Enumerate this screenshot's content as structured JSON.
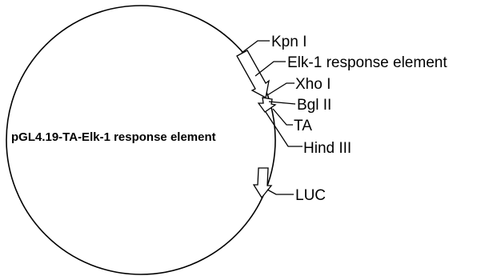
{
  "plasmid": {
    "name": "pGL4.19-TA-Elk-1 response element"
  },
  "features": [
    {
      "id": "kpn1",
      "label": "Kpn I"
    },
    {
      "id": "elk1",
      "label": "Elk-1 response element"
    },
    {
      "id": "xho1",
      "label": "Xho I"
    },
    {
      "id": "bgl2",
      "label": "Bgl II"
    },
    {
      "id": "ta",
      "label": "TA"
    },
    {
      "id": "hind3",
      "label": "Hind III"
    },
    {
      "id": "luc",
      "label": "LUC"
    }
  ],
  "colors": {
    "line": "#000000",
    "background": "#ffffff"
  }
}
